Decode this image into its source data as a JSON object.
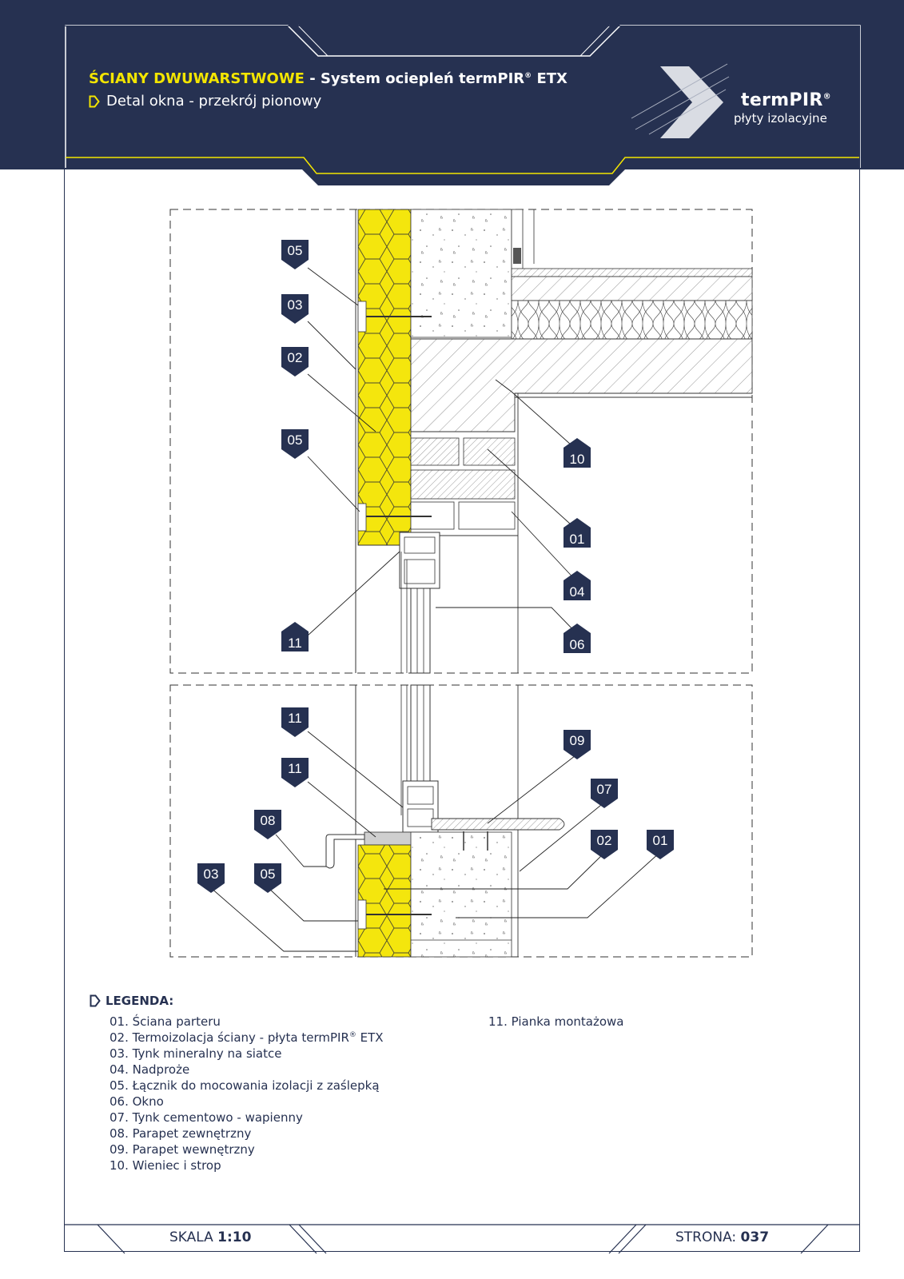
{
  "header": {
    "title_highlight": "ŚCIANY DWUWARSTWOWE",
    "title_rest": " - System ociepleń termPIR",
    "title_reg": "®",
    "title_tail": " ETX",
    "subtitle": "Detal okna - przekrój pionowy",
    "brand_name": "termPIR",
    "brand_reg": "®",
    "brand_sub": "płyty izolacyjne"
  },
  "callouts": [
    "05",
    "03",
    "02",
    "05",
    "11",
    "10",
    "01",
    "04",
    "06",
    "11",
    "11",
    "09",
    "07",
    "08",
    "02",
    "01",
    "03",
    "05"
  ],
  "legend": {
    "title": "LEGENDA:",
    "items": [
      "01. Ściana parteru",
      "02. Termoizolacja ściany - płyta termPIR",
      "03. Tynk mineralny na siatce",
      "04. Nadproże",
      "05. Łącznik do mocowania izolacji z zaślepką",
      "06. Okno",
      "07. Tynk cementowo - wapienny",
      "08. Parapet zewnętrzny",
      "09. Parapet wewnętrzny",
      "10. Wieniec i strop",
      "11. Pianka montażowa"
    ],
    "item2_reg": "®",
    "item2_tail": " ETX"
  },
  "footer": {
    "scale_label": "SKALA ",
    "scale_value": "1:10",
    "page_label": "STRONA: ",
    "page_value": "037"
  },
  "colors": {
    "navy": "#263151",
    "yellow": "#f3e500",
    "insulation": "#f4e60d"
  }
}
